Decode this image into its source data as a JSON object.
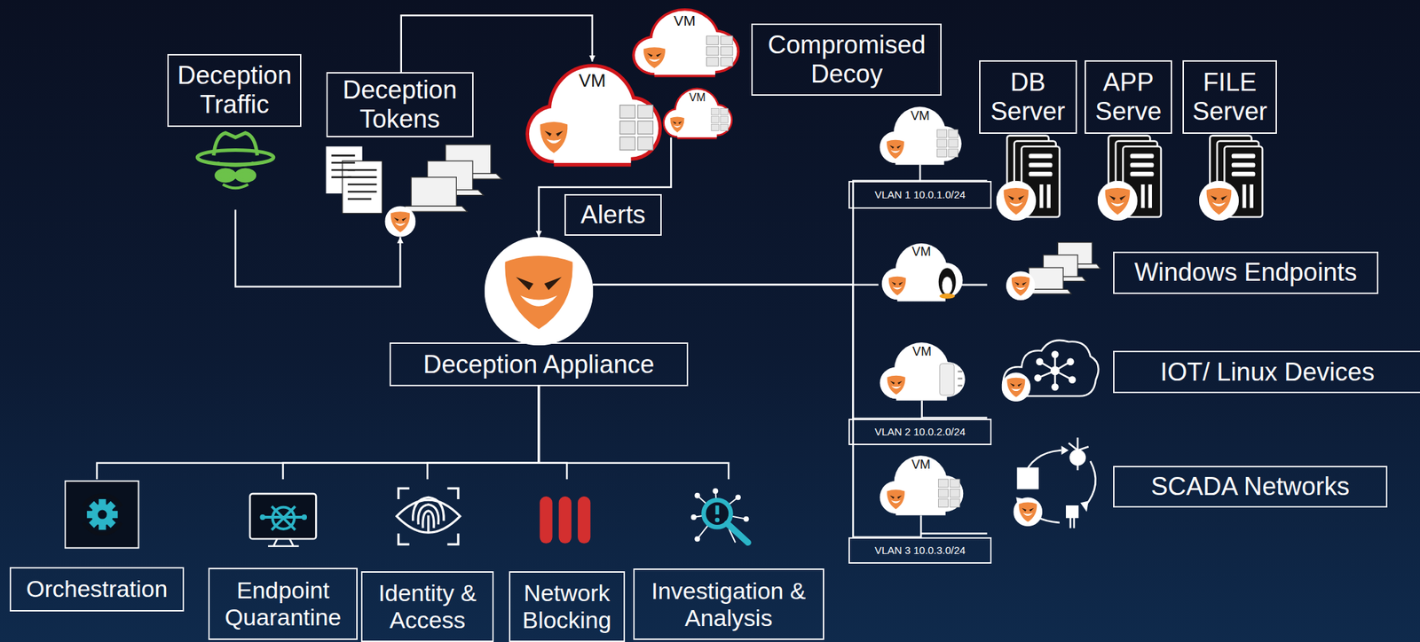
{
  "diagram": {
    "nodes": [
      {
        "text": [
          "Deception Traffic"
        ]
      },
      {
        "text": [
          "Deception Tokens"
        ]
      },
      {
        "text": [
          "VM"
        ]
      },
      {
        "text": [
          "VM"
        ]
      },
      {
        "text": [
          "VM"
        ]
      },
      {
        "text": [
          "Compromised Decoy"
        ]
      },
      {
        "text": [
          "DB Server"
        ]
      },
      {
        "text": [
          "APP Serve"
        ]
      },
      {
        "text": [
          "FILE Server"
        ]
      },
      {
        "text": [
          "VM"
        ]
      },
      {
        "text": [
          "VLAN 1 10.0.1.0/24"
        ]
      },
      {
        "text": [
          "Alerts"
        ]
      },
      {
        "text": [
          "Deception Appliance"
        ]
      },
      {
        "text": [
          "VM"
        ]
      },
      {
        "text": [
          "Windows Endpoints"
        ]
      },
      {
        "text": [
          "VM"
        ]
      },
      {
        "text": [
          "IOT/ Linux Devices"
        ]
      },
      {
        "text": [
          "VLAN 2 10.0.2.0/24"
        ]
      },
      {
        "text": [
          "VM"
        ]
      },
      {
        "text": [
          "SCADA Networks"
        ]
      },
      {
        "text": [
          "VLAN 3 10.0.3.0/24"
        ]
      },
      {
        "text": [
          "Orchestration"
        ]
      },
      {
        "text": [
          "Endpoint Quarantine"
        ]
      },
      {
        "text": [
          "Identity & Access"
        ]
      },
      {
        "text": [
          "Network Blocking"
        ]
      },
      {
        "text": [
          "Investigation & Analysis"
        ]
      }
    ],
    "edges": [
      {
        "from": 0,
        "to": 1,
        "arrow": "to"
      },
      {
        "from": 1,
        "to": 3,
        "arrow": "to"
      },
      {
        "from": 4,
        "to": 12,
        "arrow": "to"
      },
      {
        "from": 12,
        "to": 9,
        "arrow": "none"
      },
      {
        "from": 12,
        "to": 13,
        "arrow": "none"
      },
      {
        "from": 12,
        "to": 15,
        "arrow": "none"
      },
      {
        "from": 12,
        "to": 18,
        "arrow": "none"
      },
      {
        "from": 12,
        "to": 21,
        "arrow": "none"
      },
      {
        "from": 12,
        "to": 22,
        "arrow": "none"
      },
      {
        "from": 12,
        "to": 23,
        "arrow": "none"
      },
      {
        "from": 12,
        "to": 24,
        "arrow": "none"
      },
      {
        "from": 12,
        "to": 25,
        "arrow": "none"
      }
    ]
  }
}
